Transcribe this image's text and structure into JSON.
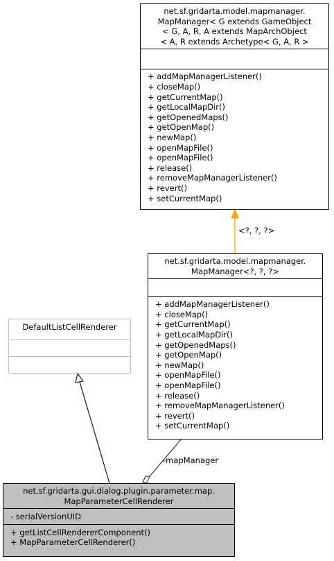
{
  "nodes": {
    "generic_map_manager": {
      "title_lines": [
        "net.sf.gridarta.model.mapmanager.",
        "MapManager< G extends GameObject",
        "< G, A, R, A extends MapArchObject",
        "< A, R extends Archetype< G, A, R >"
      ],
      "attributes": [],
      "methods": [
        "+ addMapManagerListener()",
        "+ closeMap()",
        "+ getCurrentMap()",
        "+ getLocalMapDir()",
        "+ getOpenedMaps()",
        "+ getOpenMap()",
        "+ newMap()",
        "+ openMapFile()",
        "+ openMapFile()",
        "+ release()",
        "+ removeMapManagerListener()",
        "+ revert()",
        "+ setCurrentMap()"
      ]
    },
    "bound_map_manager": {
      "title_lines": [
        "net.sf.gridarta.model.mapmanager.",
        "MapManager<?, ?, ?>"
      ],
      "attributes": [],
      "methods": [
        "+ addMapManagerListener()",
        "+ closeMap()",
        "+ getCurrentMap()",
        "+ getLocalMapDir()",
        "+ getOpenedMaps()",
        "+ getOpenMap()",
        "+ newMap()",
        "+ openMapFile()",
        "+ openMapFile()",
        "+ release()",
        "+ removeMapManagerListener()",
        "+ revert()",
        "+ setCurrentMap()"
      ]
    },
    "default_list_cell_renderer": {
      "title_lines": [
        "DefaultListCellRenderer"
      ],
      "attributes": [],
      "methods": []
    },
    "map_parameter_cell_renderer": {
      "title_lines": [
        "net.sf.gridarta.gui.dialog.plugin.parameter.map.",
        "MapParameterCellRenderer"
      ],
      "attributes": [
        "- serialVersionUID"
      ],
      "methods": [
        "+ getListCellRendererComponent()",
        "+ MapParameterCellRenderer()"
      ]
    }
  },
  "edges": {
    "template_binding_label": "<?, ?, ?>",
    "association_label": "-mapManager"
  },
  "colors": {
    "template_edge": "#ffa500",
    "inheritance_edge": "#191970",
    "association_edge": "#404040",
    "focus_fill": "#bfbfbf",
    "external_border": "#bfbfbf"
  }
}
